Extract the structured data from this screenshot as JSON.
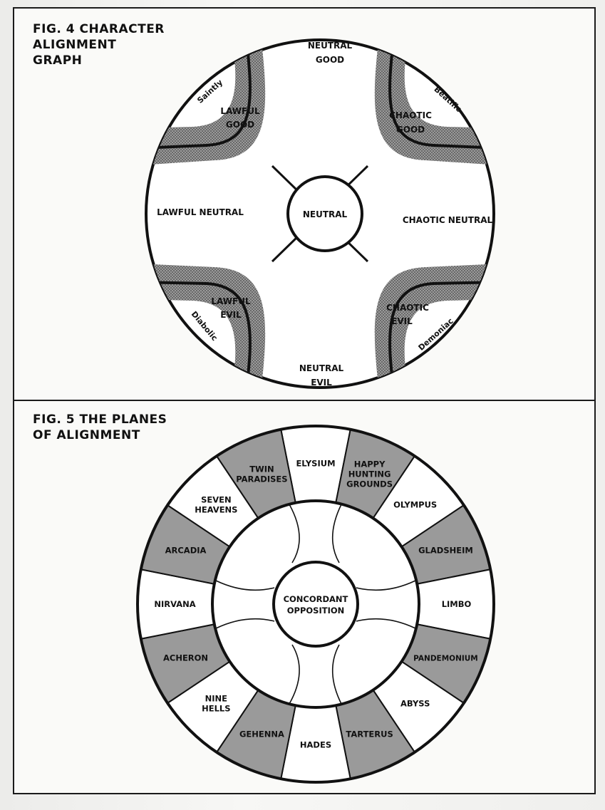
{
  "fig4": {
    "title_lines": [
      "FIG. 4 CHARACTER",
      "ALIGNMENT",
      "GRAPH"
    ],
    "center": "NEUTRAL",
    "alignments": {
      "neutral_good": [
        "NEUTRAL",
        "GOOD"
      ],
      "lawful_good": [
        "LAWFUL",
        "GOOD"
      ],
      "chaotic_good": [
        "CHAOTIC",
        "GOOD"
      ],
      "lawful_neutral": "LAWFUL NEUTRAL",
      "chaotic_neutral": "CHAOTIC NEUTRAL",
      "lawful_evil": [
        "LAWFUL",
        "EVIL"
      ],
      "chaotic_evil": [
        "CHAOTIC",
        "EVIL"
      ],
      "neutral_evil": [
        "NEUTRAL",
        "EVIL"
      ]
    },
    "extremes": {
      "saintly": "Saintly",
      "beatific": "Beatific",
      "diabolic": "Diabolic",
      "demoniac": "Demoniac"
    },
    "colors": {
      "band": "#8f8f8f",
      "line": "#111111"
    }
  },
  "fig5": {
    "title_lines": [
      "FIG. 5 THE PLANES",
      "OF ALIGNMENT"
    ],
    "center": [
      "CONCORDANT",
      "OPPOSITION"
    ],
    "planes": [
      {
        "lines": [
          "ELYSIUM"
        ],
        "shaded": false
      },
      {
        "lines": [
          "HAPPY",
          "HUNTING",
          "GROUNDS"
        ],
        "shaded": true
      },
      {
        "lines": [
          "OLYMPUS"
        ],
        "shaded": false
      },
      {
        "lines": [
          "GLADSHEIM"
        ],
        "shaded": true
      },
      {
        "lines": [
          "LIMBO"
        ],
        "shaded": false
      },
      {
        "lines": [
          "PANDEMONIUM"
        ],
        "shaded": true
      },
      {
        "lines": [
          "ABYSS"
        ],
        "shaded": false
      },
      {
        "lines": [
          "TARTERUS"
        ],
        "shaded": true
      },
      {
        "lines": [
          "HADES"
        ],
        "shaded": false
      },
      {
        "lines": [
          "GEHENNA"
        ],
        "shaded": true
      },
      {
        "lines": [
          "NINE",
          "HELLS"
        ],
        "shaded": false
      },
      {
        "lines": [
          "ACHERON"
        ],
        "shaded": true
      },
      {
        "lines": [
          "NIRVANA"
        ],
        "shaded": false
      },
      {
        "lines": [
          "ARCADIA"
        ],
        "shaded": true
      },
      {
        "lines": [
          "SEVEN",
          "HEAVENS"
        ],
        "shaded": false
      },
      {
        "lines": [
          "TWIN",
          "PARADISES"
        ],
        "shaded": true
      }
    ],
    "colors": {
      "shade": "#9a9a9a",
      "line": "#111111"
    }
  }
}
